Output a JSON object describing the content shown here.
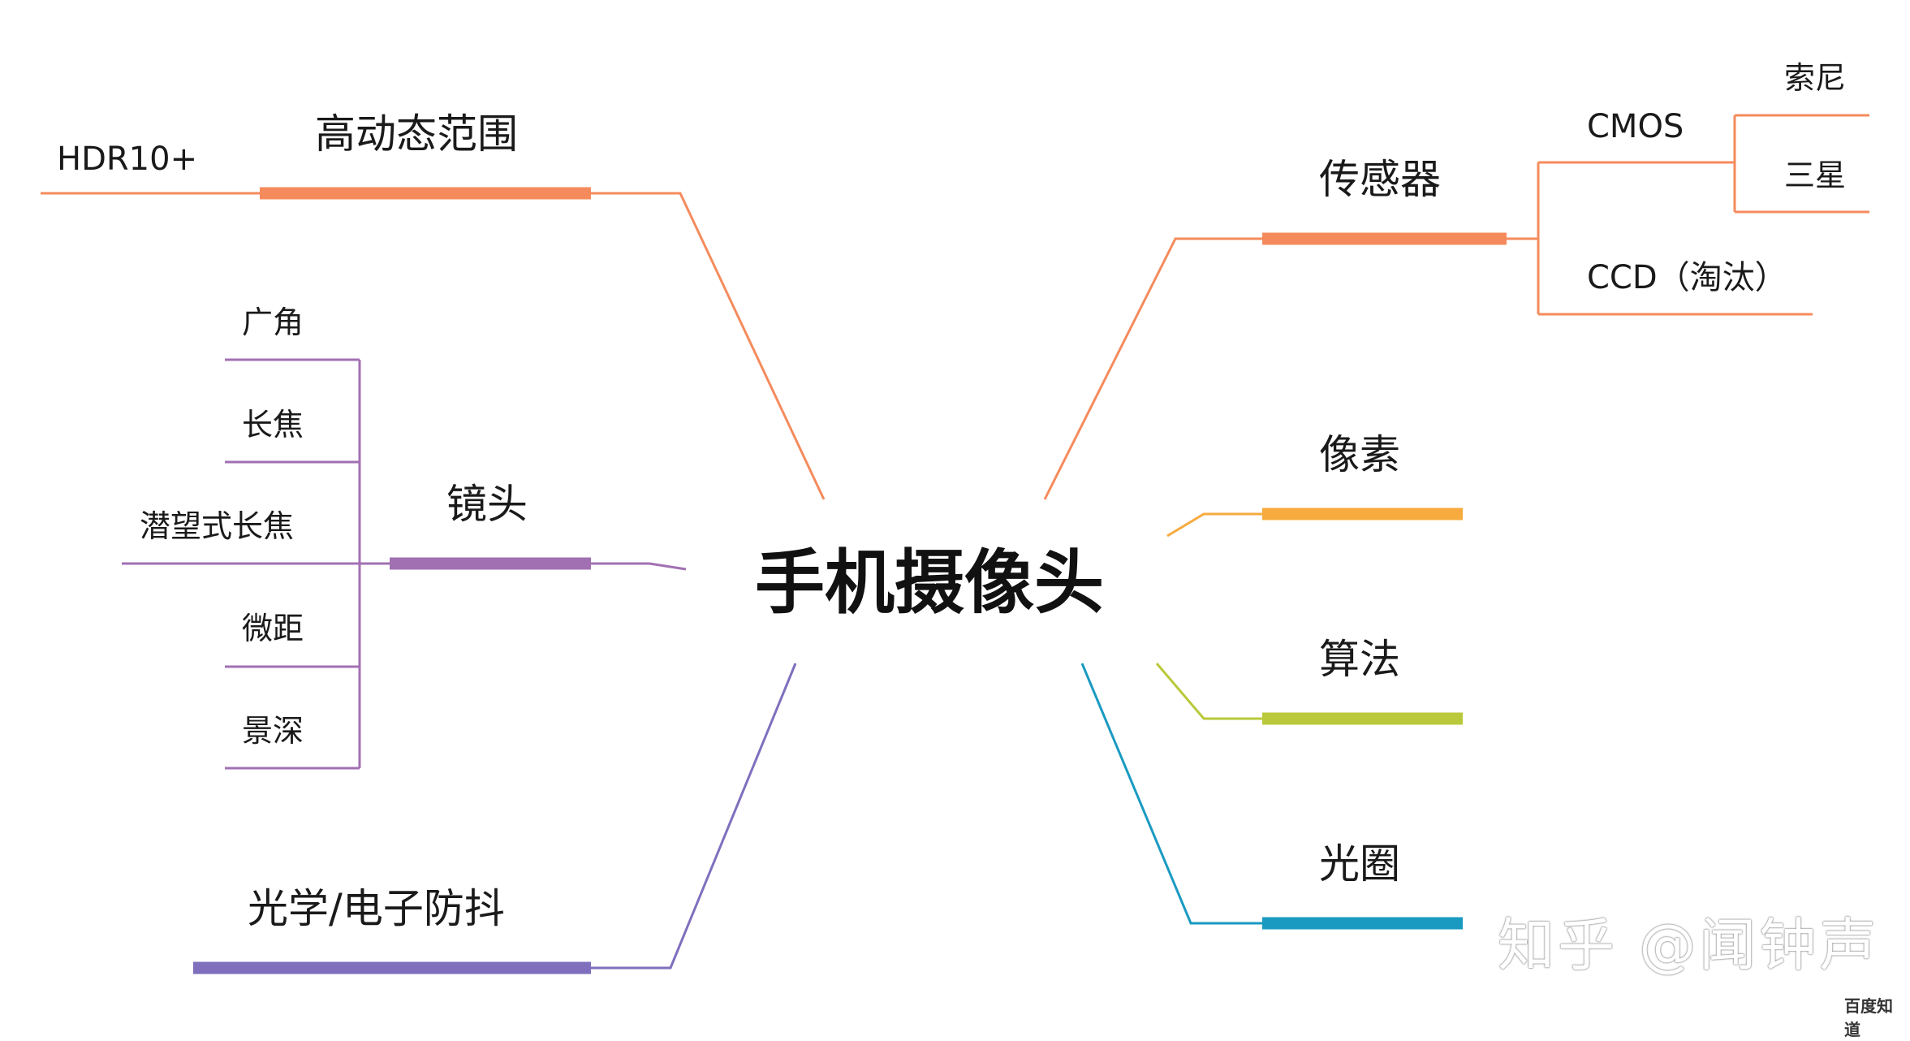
{
  "center": "手机摄像头",
  "branches": {
    "hdr": {
      "label": "高动态范围",
      "color": "#f58b5d",
      "children": [
        "HDR10+"
      ]
    },
    "lens": {
      "label": "镜头",
      "color": "#a170b3",
      "children": [
        "广角",
        "长焦",
        "潜望式长焦",
        "微距",
        "景深"
      ]
    },
    "stab": {
      "label": "光学/电子防抖",
      "color": "#7f6fbd"
    },
    "sensor": {
      "label": "传感器",
      "color": "#f58b5d",
      "cmos": "CMOS",
      "ccd": "CCD（淘汰）",
      "cmos_children": [
        "索尼",
        "三星"
      ]
    },
    "pixel": {
      "label": "像素",
      "color": "#f7ab3f"
    },
    "algo": {
      "label": "算法",
      "color": "#b9c93b"
    },
    "aperture": {
      "label": "光圈",
      "color": "#1a9ac1"
    }
  },
  "watermark": "知乎 @闻钟声",
  "watermark2": "百度知道"
}
